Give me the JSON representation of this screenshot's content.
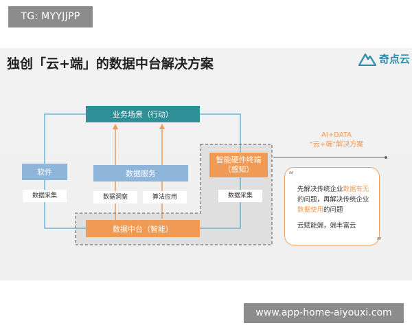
{
  "tag": "TG: MYYJJPP",
  "title": "独创「云+端」的数据中台解决方案",
  "logo": {
    "text": "奇点云",
    "icon": "mountain-logo-icon",
    "color": "#2f8fb0"
  },
  "diagram": {
    "top_box": "业务场景（行动）",
    "software": "软件",
    "data_service": "数据服务",
    "terminal_line1": "智能硬件终端",
    "terminal_line2": "（感知）",
    "data_center": "数据中台（智能）",
    "label_collect_left": "数据采集",
    "label_insight": "数据洞察",
    "label_algo": "算法应用",
    "label_collect_right": "数据采集"
  },
  "ai_title_line1": "AI+DATA",
  "ai_title_line2": "“云+端”解决方案",
  "card": {
    "open_quote": "“",
    "close_quote": "”",
    "l1_a": "先解决传统企业",
    "l1_hl": "数据有无",
    "l2": "的问题，再解决传统企业",
    "l3_hl": "数据使用",
    "l3_b": "的问题",
    "l4": "云赋能端，端丰富云"
  },
  "colors": {
    "teal": "#2f8f97",
    "blue": "#8db5da",
    "orange": "#ef9a55",
    "line_blue": "#6fb3d6"
  },
  "watermark": "www.app-home-aiyouxi.com"
}
